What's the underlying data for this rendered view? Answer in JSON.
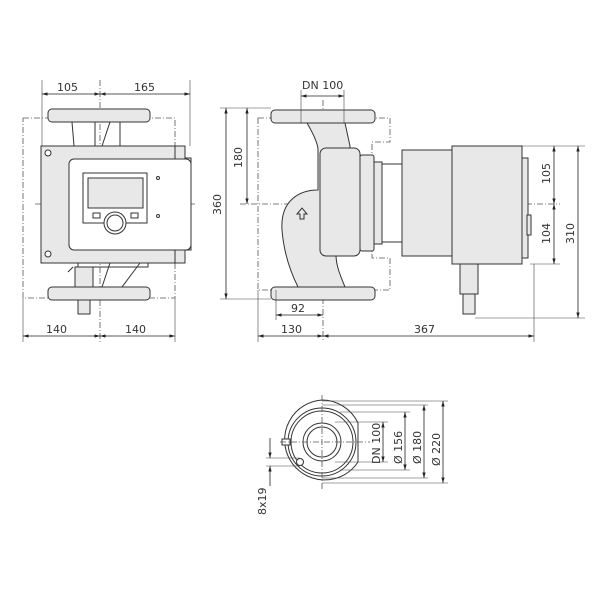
{
  "front_view": {
    "dims": {
      "top_left": "105",
      "top_right": "165",
      "bottom_left": "140",
      "bottom_right": "140"
    }
  },
  "side_view": {
    "dims": {
      "dn": "DN 100",
      "height_total": "360",
      "height_half": "180",
      "motor_upper": "105",
      "motor_lower": "104",
      "motor_total": "310",
      "inlet_offset": "92",
      "flange_offset": "130",
      "motor_length": "367"
    }
  },
  "flange_view": {
    "dims": {
      "dn": "DN 100",
      "d156": "Ø 156",
      "d180": "Ø 180",
      "d220": "Ø 220",
      "holes": "8x19"
    }
  }
}
